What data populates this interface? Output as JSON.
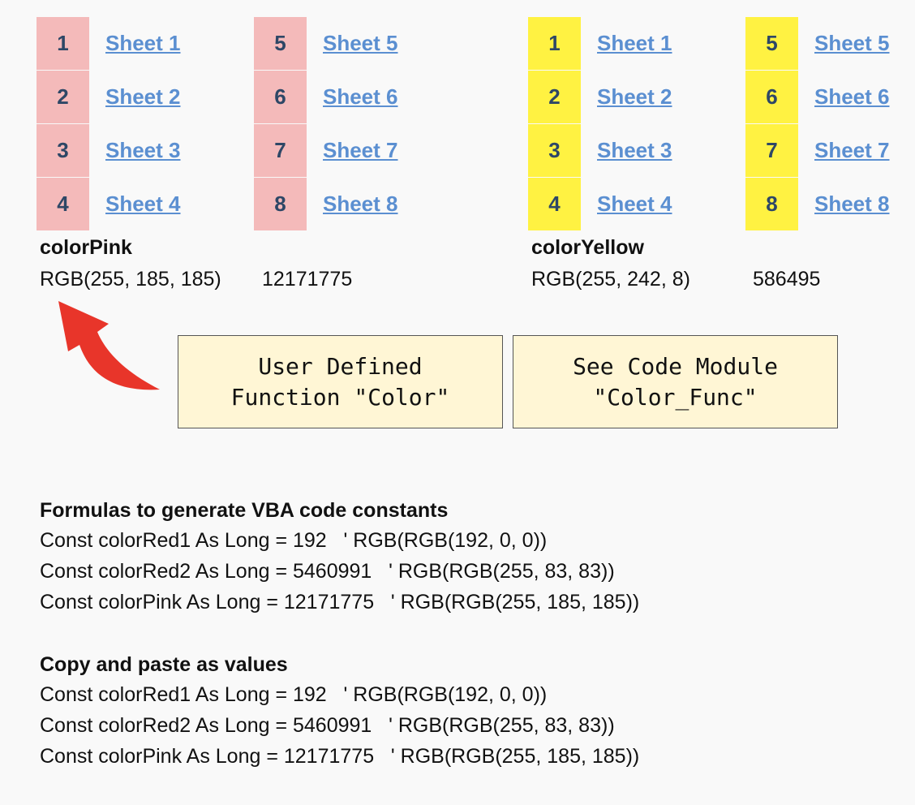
{
  "pink_table": {
    "fill_color": "#f4baba",
    "col1": [
      {
        "num": "1",
        "link": "Sheet 1"
      },
      {
        "num": "2",
        "link": "Sheet 2"
      },
      {
        "num": "3",
        "link": "Sheet 3"
      },
      {
        "num": "4",
        "link": "Sheet 4"
      }
    ],
    "col2": [
      {
        "num": "5",
        "link": "Sheet 5"
      },
      {
        "num": "6",
        "link": "Sheet 6"
      },
      {
        "num": "7",
        "link": "Sheet 7"
      },
      {
        "num": "8",
        "link": "Sheet 8"
      }
    ],
    "name": "colorPink",
    "rgb": "RGB(255, 185, 185)",
    "value": "12171775"
  },
  "yellow_table": {
    "fill_color": "#fff242",
    "col1": [
      {
        "num": "1",
        "link": "Sheet 1"
      },
      {
        "num": "2",
        "link": "Sheet 2"
      },
      {
        "num": "3",
        "link": "Sheet 3"
      },
      {
        "num": "4",
        "link": "Sheet 4"
      }
    ],
    "col2": [
      {
        "num": "5",
        "link": "Sheet 5"
      },
      {
        "num": "6",
        "link": "Sheet 6"
      },
      {
        "num": "7",
        "link": "Sheet 7"
      },
      {
        "num": "8",
        "link": "Sheet 8"
      }
    ],
    "name": "colorYellow",
    "rgb": "RGB(255, 242, 8)",
    "value": "586495"
  },
  "callouts": {
    "udf": {
      "line1": "User Defined",
      "line2": "Function \"Color\""
    },
    "module": {
      "line1": "See Code Module",
      "line2": "\"Color_Func\""
    }
  },
  "arrow": {
    "icon": "curved-arrow-icon",
    "color": "#e8352a"
  },
  "formulas": {
    "heading": "Formulas to generate VBA code constants",
    "lines": [
      "Const colorRed1 As Long = 192   ' RGB(RGB(192, 0, 0))",
      "Const colorRed2 As Long = 5460991   ' RGB(RGB(255, 83, 83))",
      "Const colorPink As Long = 12171775   ' RGB(RGB(255, 185, 185))"
    ]
  },
  "values": {
    "heading": "Copy and paste as values",
    "lines": [
      "Const colorRed1 As Long = 192   ' RGB(RGB(192, 0, 0))",
      "Const colorRed2 As Long = 5460991   ' RGB(RGB(255, 83, 83))",
      "Const colorPink As Long = 12171775   ' RGB(RGB(255, 185, 185))"
    ]
  }
}
